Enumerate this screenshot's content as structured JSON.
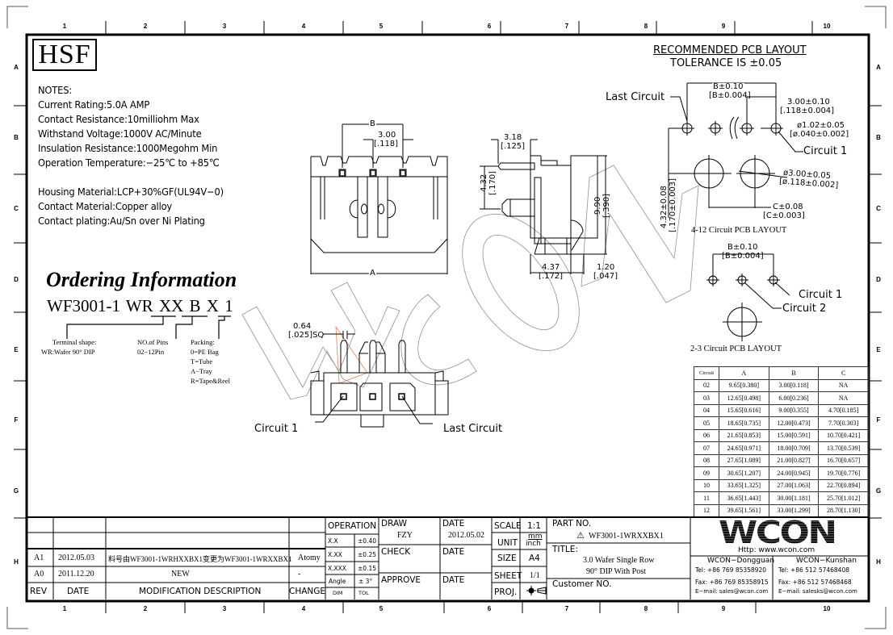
{
  "drawing": {
    "logo": "HSF",
    "ruler_cols": [
      "1",
      "2",
      "3",
      "4",
      "5",
      "6",
      "7",
      "8",
      "9",
      "10"
    ],
    "ruler_rows": [
      "A",
      "B",
      "C",
      "D",
      "E",
      "F",
      "G",
      "H"
    ],
    "notes": {
      "heading": "NOTES:",
      "lines": [
        "Current Rating:5.0A AMP",
        "Contact Resistance:10milliohm Max",
        "Withstand Voltage:1000V AC/Minute",
        "Insulation Resistance:1000Megohm Min",
        "Operation Temperature:−25℃ to +85℃"
      ],
      "material_lines": [
        "Housing Material:LCP+30%GF(UL94V−0)",
        "Contact Material:Copper alloy",
        "Contact plating:Au/Sn over Ni Plating"
      ]
    },
    "ordering": {
      "title": "Ordering Information",
      "part_code": "WF3001-1 WR XX B X 1",
      "terminal_label": "Terminal shape:",
      "terminal_value": "WR:Wafer 90° DIP",
      "pins_label": "NO.of Pins",
      "pins_value": "02−12Pin",
      "packing_label": "Packing:",
      "packing_options": [
        "0=PE Bag",
        "T=Tube",
        "A−Tray",
        "R=Tape&Reel"
      ]
    },
    "front_view": {
      "dim_b": "B",
      "dim_pitch": "3.00",
      "dim_pitch_in": "[.118]",
      "dim_a": "A"
    },
    "side_view": {
      "dim_top": "3.18",
      "dim_top_in": "[.125]",
      "dim_pin": "4.32",
      "dim_pin_in": "[.170]",
      "dim_height": "9.90",
      "dim_height_in": "[.390]",
      "dim_base": "4.37",
      "dim_base_in": "[.172]",
      "dim_post": "1.20",
      "dim_post_in": "[.047]"
    },
    "bottom_view": {
      "dim_sq": "0.64",
      "dim_sq_in": "[.025]SQ",
      "circuit1": "Circuit 1",
      "last_circuit": "Last Circuit"
    },
    "pcb_layout": {
      "title": "RECOMMENDED PCB LAYOUT",
      "tolerance": "TOLERANCE IS ±0.05",
      "last_circuit": "Last Circuit",
      "dim_b": "B±0.10",
      "dim_b_in": "[B±0.004]",
      "dim_pitch": "3.00±0.10",
      "dim_pitch_in": "[.118±0.004]",
      "dim_hole": "ø1.02±0.05",
      "dim_hole_in": "[ø.040±0.002]",
      "circuit1": "Circuit 1",
      "dim_post": "ø3.00±0.05",
      "dim_post_in": "[ø.118±0.002]",
      "dim_c": "C±0.08",
      "dim_c_in": "[C±0.003]",
      "dim_v": "4.32±0.08",
      "dim_v_in": "[.170±0.003]",
      "caption_4_12": "4-12 Circuit PCB LAYOUT",
      "small_dim_b": "B±0.10",
      "small_dim_b_in": "[B±0.004]",
      "small_circuit1": "Circuit 1",
      "small_circuit2": "Circuit 2",
      "caption_2_3": "2-3 Circuit PCB LAYOUT"
    },
    "dimension_table": {
      "headers": [
        "Circuit",
        "A",
        "B",
        "C"
      ],
      "rows": [
        [
          "02",
          "9.65[0.380]",
          "3.00[0.118]",
          "NA"
        ],
        [
          "03",
          "12.65[0.498]",
          "6.00[0.236]",
          "NA"
        ],
        [
          "04",
          "15.65[0.616]",
          "9.00[0.355]",
          "4.70[0.185]"
        ],
        [
          "05",
          "18.65[0.735]",
          "12.00[0.473]",
          "7.70[0.303]"
        ],
        [
          "06",
          "21.65[0.853]",
          "15.00[0.591]",
          "10.70[0.421]"
        ],
        [
          "07",
          "24.65[0.971]",
          "18.00[0.709]",
          "13.70[0.539]"
        ],
        [
          "08",
          "27.65[1.089]",
          "21.00[0.827]",
          "16.70[0.657]"
        ],
        [
          "09",
          "30.65[1.207]",
          "24.00[0.945]",
          "19.70[0.776]"
        ],
        [
          "10",
          "33.65[1.325]",
          "27.00[1.063]",
          "22.70[0.894]"
        ],
        [
          "11",
          "36.65[1.443]",
          "30.00[1.181]",
          "25.70[1.012]"
        ],
        [
          "12",
          "39.65[1.561]",
          "33.00[1.299]",
          "28.70[1.130]"
        ]
      ]
    },
    "watermark": "WCON",
    "title_block": {
      "revisions": [
        {
          "rev": "A1",
          "date": "2012.05.03",
          "desc": "料号由WF3001-1WRHXXBX1变更为WF3001-1WRXXBX1",
          "change": "Atomy"
        },
        {
          "rev": "A0",
          "date": "2011.12.20",
          "desc": "NEW",
          "change": "-"
        }
      ],
      "rev_header": "REV",
      "date_header": "DATE",
      "desc_header": "MODIFICATION DESCRIPTION",
      "change_header": "CHANGE",
      "operation": "OPERATION",
      "tolerances": [
        [
          "X.X",
          "±0.40"
        ],
        [
          "X.XX",
          "±0.25"
        ],
        [
          "X.XXX",
          "±0.15"
        ],
        [
          "Angle",
          "± 3°"
        ]
      ],
      "dim_label": "DIM",
      "tol_label": "TOL",
      "draw_label": "DRAW",
      "draw_value": "FZY",
      "date_label": "DATE",
      "draw_date": "2012.05.02",
      "check_label": "CHECK",
      "check_date_label": "DATE",
      "approve_label": "APPROVE",
      "approve_date_label": "DATE",
      "scale_label": "SCALE",
      "scale_value": "1:1",
      "unit_label": "UNIT",
      "unit_top": "mm",
      "unit_bottom": "inch",
      "size_label": "SIZE",
      "size_value": "A4",
      "sheet_label": "SHEET",
      "sheet_value": "1/1",
      "proj_label": "PROJ.",
      "part_no_label": "PART NO.",
      "part_no_value": "WF3001-1WRXXBX1",
      "title_label": "TITLE:",
      "title_line1": "3.0 Wafer Single Row",
      "title_line2": "90° DIP With Post",
      "customer_label": "Customer NO.",
      "company_logo": "WCON",
      "website": "Http: www.wcon.com",
      "dongguan": {
        "name": "WCON−Dongguan",
        "tel": "Tel: +86 769 85358920",
        "fax": "Fax: +86 769 85358915",
        "email": "E−mail: sales@wcon.com"
      },
      "kunshan": {
        "name": "WCON−Kunshan",
        "tel": "Tel: +86 512 57468408",
        "fax": "Fax: +86 512 57468468",
        "email": "E−mail: salesks@wcon.com"
      }
    }
  }
}
